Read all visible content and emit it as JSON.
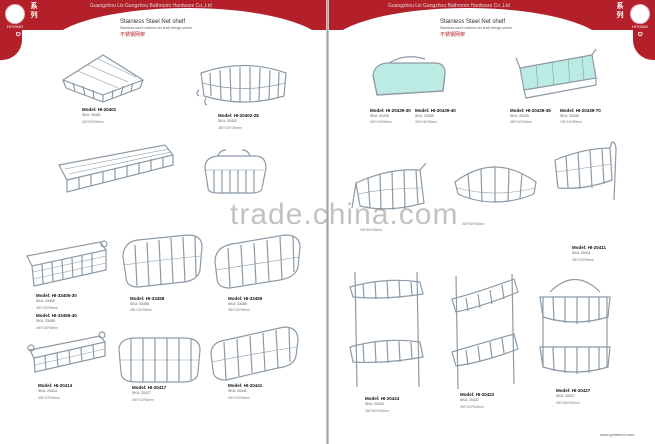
{
  "header": {
    "left_company": "Guangzhou Lis Gangzhou Bathroom Hardware Co.,Ltd",
    "right_company": "Guangzhou Lis Gangzhou Bathroom Hardware Co.,Ltd",
    "left_brand": "HITOMO",
    "right_brand": "HITOMO",
    "left_vertical": "系列",
    "right_vertical": "系列",
    "left_side_char": "D",
    "right_side_char": "D"
  },
  "left_page": {
    "title": "Stainless Steel Net shelf",
    "subtitle": "Stainless steel material net shelf design series",
    "title_cn": "不锈钢网架",
    "products": [
      {
        "model": "Model: HI-20401",
        "sku": "SKU: 20401",
        "dims": "320*320*90mm"
      },
      {
        "model": "Model: HI-20402-28",
        "sku": "SKU: 20402",
        "dims": "280*140*100mm"
      },
      {
        "model": "",
        "sku": "",
        "dims": ""
      },
      {
        "model": "",
        "sku": "",
        "dims": ""
      },
      {
        "model": "Model: HI-33405-30",
        "sku": "SKU: 33405",
        "dims": "300*130*80mm"
      },
      {
        "model": "Model: HI-33458",
        "sku": "SKU: 33458",
        "dims": "350*130*80mm"
      },
      {
        "model": "Model: HI-33455",
        "sku": "SKU: 33455",
        "dims": "350*130*80mm"
      },
      {
        "model": "Model: HI-33455-40",
        "sku": "SKU: 33455",
        "dims": "400*130*80mm"
      },
      {
        "model": "Model: HI-20414",
        "sku": "SKU: 20414",
        "dims": "300*110*60mm"
      },
      {
        "model": "Model: HI-20417",
        "sku": "SKU: 20417",
        "dims": "300*110*60mm"
      },
      {
        "model": "Model: HI-20441",
        "sku": "SKU: 20441",
        "dims": "300*110*60mm"
      }
    ]
  },
  "right_page": {
    "title": "Stainless Steel Net shelf",
    "subtitle": "Stainless steel material net shelf design series",
    "title_cn": "不锈钢网架",
    "products": [
      {
        "model": "Model: HI-20439-30",
        "sku": "SKU: 20439",
        "dims": "300*140*80mm"
      },
      {
        "model": "Model: HI-20439-40",
        "sku": "SKU: 20439",
        "dims": "400*140*80mm"
      },
      {
        "model": "Model: HI-20439-35",
        "sku": "SKU: 20439",
        "dims": "350*140*80mm"
      },
      {
        "model": "Model: HI-20439-70",
        "sku": "SKU: 20439",
        "dims": "700*140*80mm"
      },
      {
        "model": "",
        "sku": "",
        "dims": "300*300*80mm"
      },
      {
        "model": "",
        "sku": "",
        "dims": "300*100*80mm"
      },
      {
        "model": "Model: HI-20411",
        "sku": "SKU: 20411",
        "dims": "260*120*80mm"
      },
      {
        "model": "Model: HI-20424",
        "sku": "SKU: 20424",
        "dims": "300*300*640mm"
      },
      {
        "model": "Model: HI-20422",
        "sku": "SKU: 20422",
        "dims": "300*130*640mm"
      },
      {
        "model": "Model: HI-20427",
        "sku": "SKU: 20427",
        "dims": "300*180*500mm"
      }
    ]
  },
  "watermark": "trade.china.com",
  "footer": {
    "left_page": "",
    "right_page": "www.gzhitomo.com"
  },
  "colors": {
    "band": "#b3202a",
    "wire": "#8c9aa6",
    "glass": "#9fe3d9"
  }
}
